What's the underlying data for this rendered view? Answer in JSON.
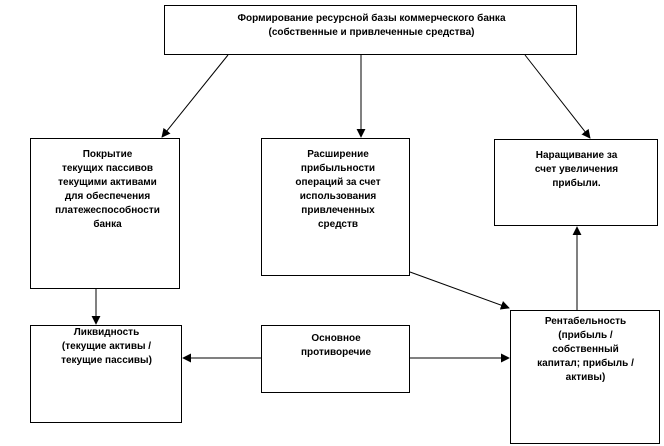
{
  "diagram": {
    "top": "Формирование ресурсной базы коммерческого банка\n(собственные и привлеченные средства)",
    "coverage": "Покрытие\nтекущих пассивов\nтекущими активами\nдля обеспечения\nплатежеспособности\nбанка",
    "expansion": "Расширение\nприбыльности\nопераций за счет\nиспользования\nпривлеченных\nсредств",
    "growth": "Наращивание за\nсчет увеличения\nприбыли.",
    "liquidity": "Ликвидность\n(текущие активы /\nтекущие пассивы)",
    "contradiction": "Основное\nпротиворечие",
    "profitability": "Рентабельность\n(прибыль /\nсобственный\nкапитал; прибыль /\nактивы)"
  }
}
